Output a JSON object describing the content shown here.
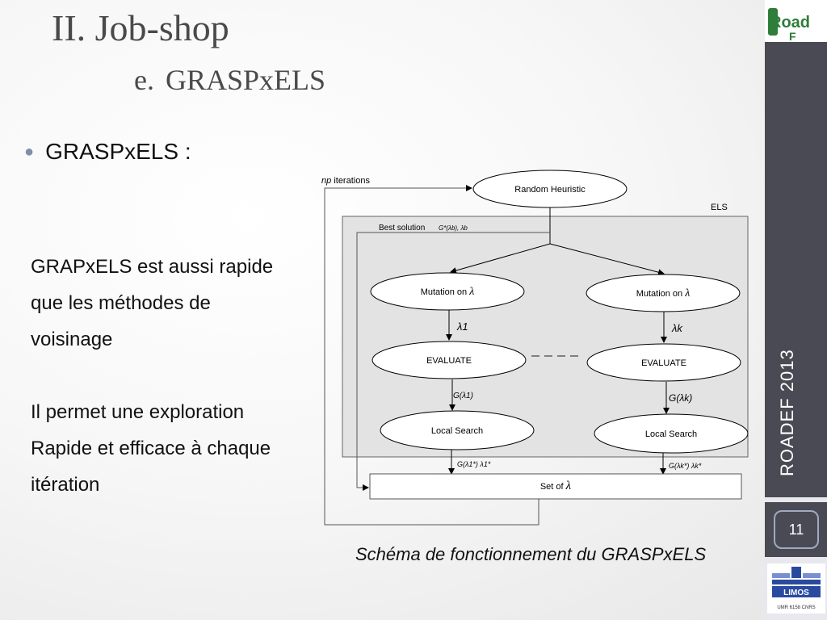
{
  "title": {
    "main": "II. Job-shop",
    "sub_number": "e.",
    "sub_text": "GRASPxELS"
  },
  "bullet": {
    "text": "GRASPxELS :"
  },
  "paragraph1": {
    "lines": [
      "GRAPxELS est aussi rapide",
      "que les méthodes de",
      "voisinage"
    ]
  },
  "paragraph2": {
    "lines": [
      "Il permet une exploration",
      "Rapide et efficace à chaque",
      "itération"
    ]
  },
  "caption": "Schéma de fonctionnement du GRASPxELS",
  "sidebar": {
    "vertical_label": "ROADEF 2013",
    "slide_number": "11",
    "logo_roadef_text": "Road",
    "logo_roadef_letters": "F",
    "logo_limos_text": "LIMOS",
    "logo_limos_sub": "UMR 6158 CNRS"
  },
  "diagram": {
    "np_italic": "np",
    "np_iterations": "iterations",
    "random_heuristic": "Random Heuristic",
    "els_label": "ELS",
    "best_solution": "Best solution",
    "best_formula": "G*(λb), λb",
    "mutation_left": "Mutation on",
    "mutation_right": "Mutation on",
    "lambda_symbol": "λ",
    "lambda_1": "λ1",
    "lambda_k": "λk",
    "evaluate_left": "EVALUATE",
    "evaluate_right": "EVALUATE",
    "g_lambda_1": "G(λ1)",
    "g_lambda_k": "G(λk)",
    "local_search_left": "Local Search",
    "local_search_right": "Local Search",
    "g_star_1": "G(λ1*) λ1*",
    "g_star_k": "G(λk*) λk*",
    "set_of": "Set of"
  },
  "colors": {
    "sidebar": "#4a4a54",
    "title": "#4a4a4a",
    "els_box": "#e3e3e3",
    "roadef_green": "#2e7d3a"
  }
}
